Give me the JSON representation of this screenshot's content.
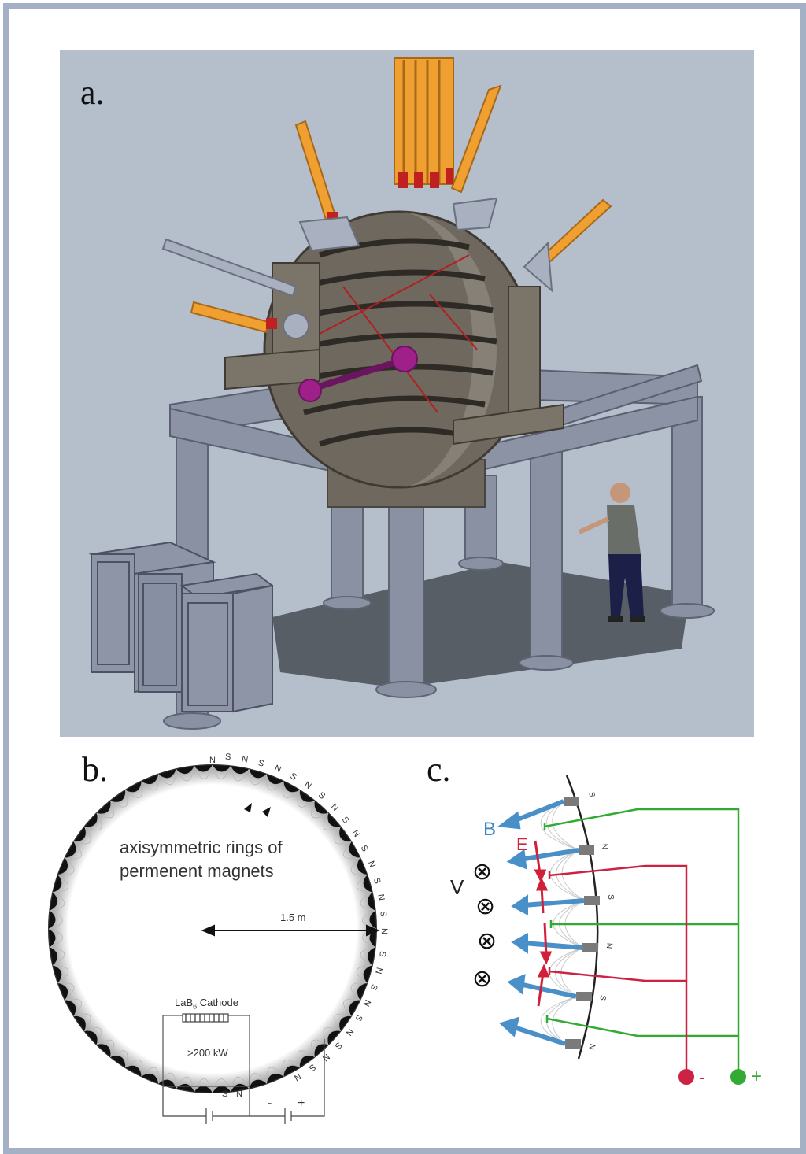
{
  "panels": {
    "a": {
      "label": "a."
    },
    "b": {
      "label": "b.",
      "description_line1": "axisymmetric rings of",
      "description_line2": "permenent magnets",
      "radius_label": "1.5 m",
      "cathode_label": "LaB",
      "cathode_sub": "6",
      "cathode_suffix": " Cathode",
      "power_label": ">200 kW",
      "pole_N": "N",
      "pole_S": "S",
      "minus": "-",
      "plus": "+"
    },
    "c": {
      "label": "c.",
      "b_label": "B",
      "e_label": "E",
      "v_label": "V",
      "out_symbol": "⊗",
      "minus": "-",
      "plus": "+",
      "pole_N": "N",
      "pole_S": "S"
    }
  },
  "colors": {
    "frame": "#a4b1c4",
    "panel_a_bg": "#b5bfcc",
    "chamber": "#6f685e",
    "orange": "#f0a030",
    "magenta": "#a0208a",
    "field_blue": "#4a90c8",
    "e_red": "#d0203a",
    "wire_green": "#33aa33",
    "wire_red": "#cc2244"
  }
}
